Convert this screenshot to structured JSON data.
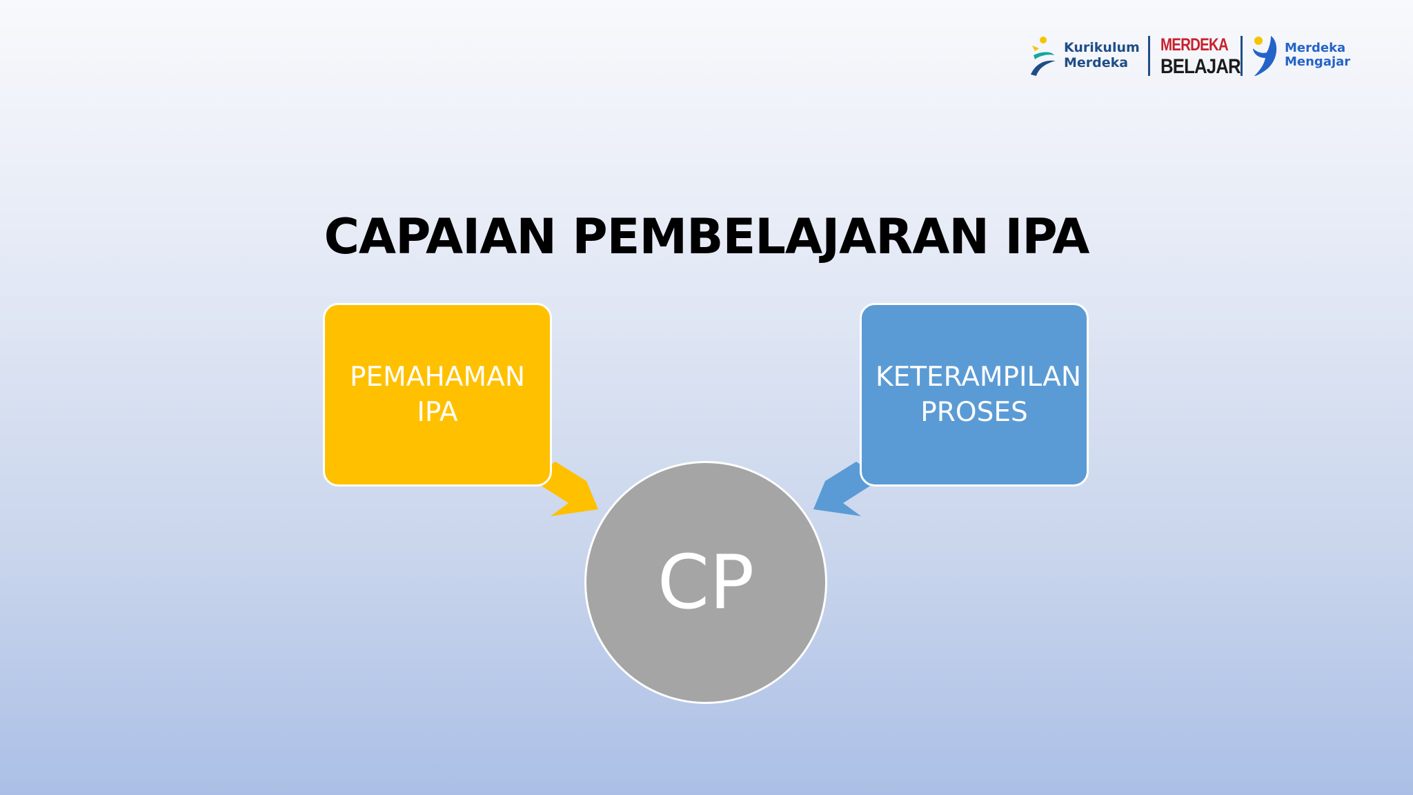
{
  "logos": {
    "kurikulum_merdeka": {
      "line1": "Kurikulum",
      "line2": "Merdeka"
    },
    "merdeka_belajar": {
      "line1": "MERDEKA",
      "line2": "BELAJAR"
    },
    "merdeka_mengajar": {
      "line1": "Merdeka",
      "line2": "Mengajar"
    }
  },
  "title": "CAPAIAN PEMBELAJARAN IPA",
  "diagram": {
    "left_box": {
      "label": "PEMAHAMAN IPA",
      "color": "#ffc000"
    },
    "right_box": {
      "label": "KETERAMPILAN PROSES",
      "color": "#5b9bd5"
    },
    "center": {
      "label": "CP",
      "color": "#a5a5a5"
    }
  },
  "colors": {
    "brand_blue": "#1f4d86",
    "brand_red": "#c8202b",
    "mengajar_blue": "#2464c8",
    "logo_yellow": "#f5c400",
    "logo_teal": "#15a6a0"
  }
}
